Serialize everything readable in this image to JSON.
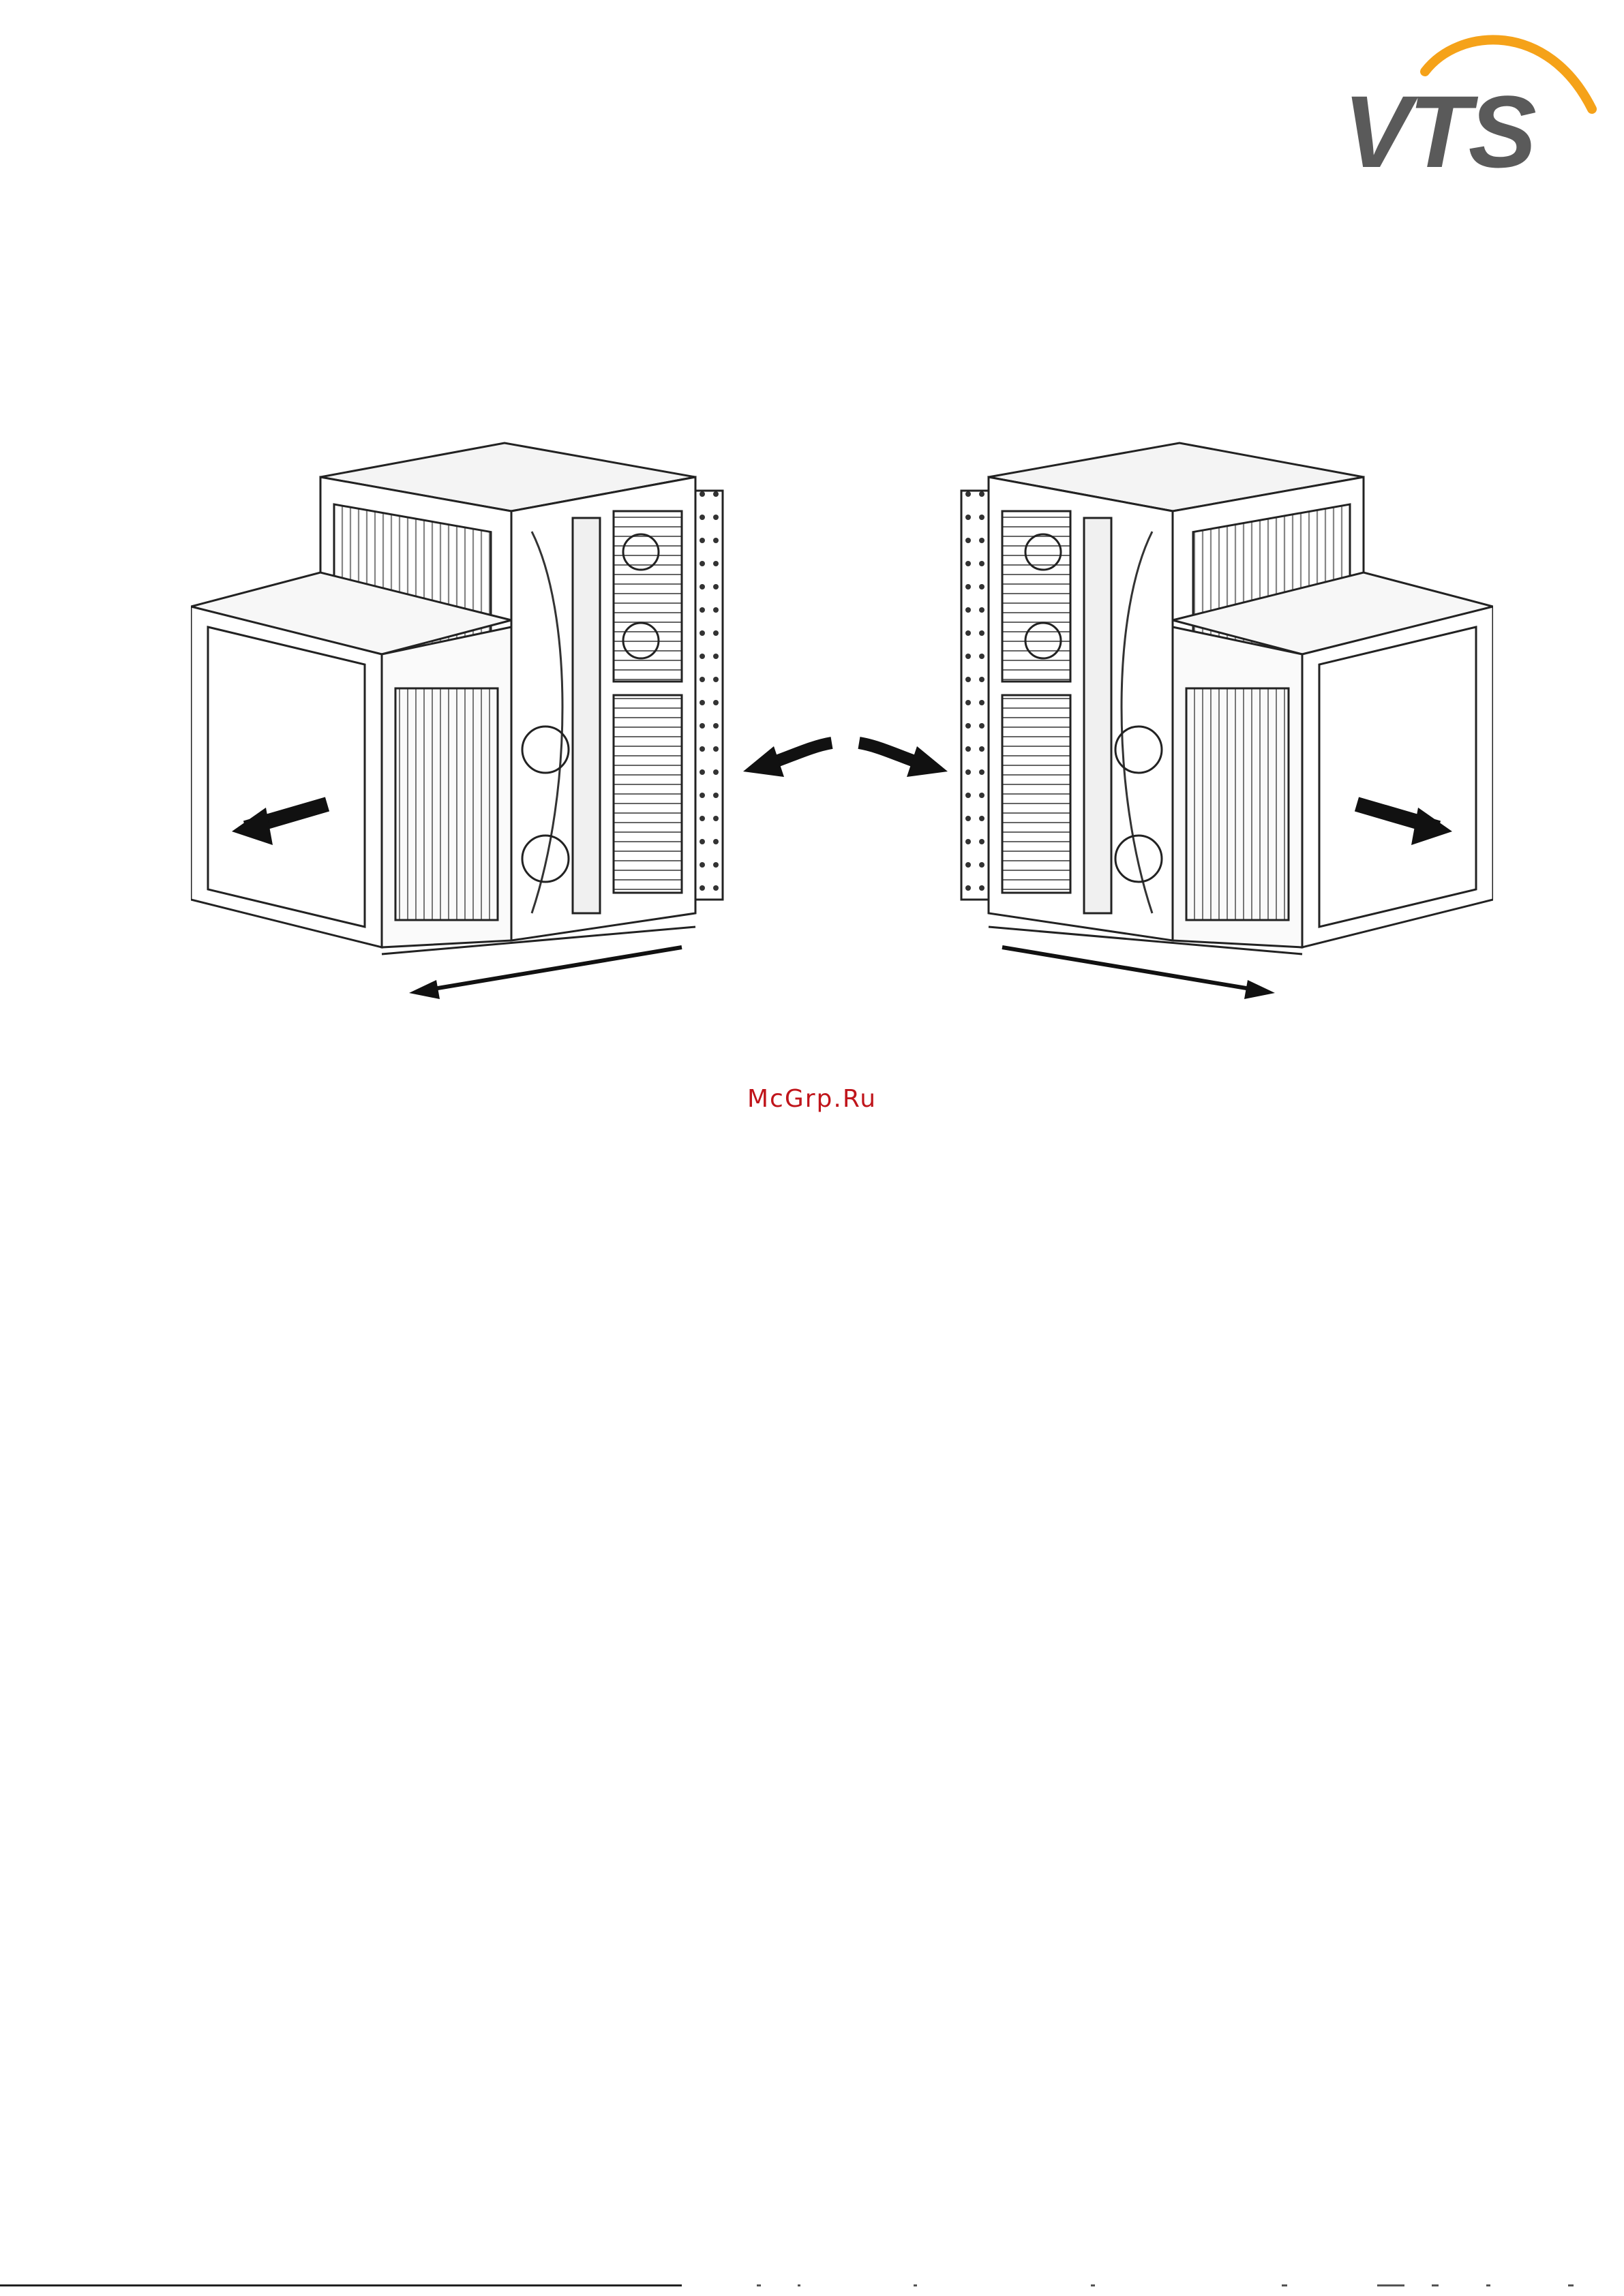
{
  "brand": {
    "logo_text": "VTS",
    "text_color": "#5a5a5a",
    "arc_color": "#f5a219"
  },
  "figure": {
    "left_unit": "air-handling-unit-left-variant",
    "right_unit": "air-handling-unit-right-variant",
    "arrows": [
      "airflow-outlet-left",
      "direction-left",
      "direction-right",
      "airflow-outlet-right",
      "extension-left",
      "extension-right"
    ]
  },
  "watermark": {
    "text": "McGrp.Ru",
    "color": "#c0151b"
  }
}
